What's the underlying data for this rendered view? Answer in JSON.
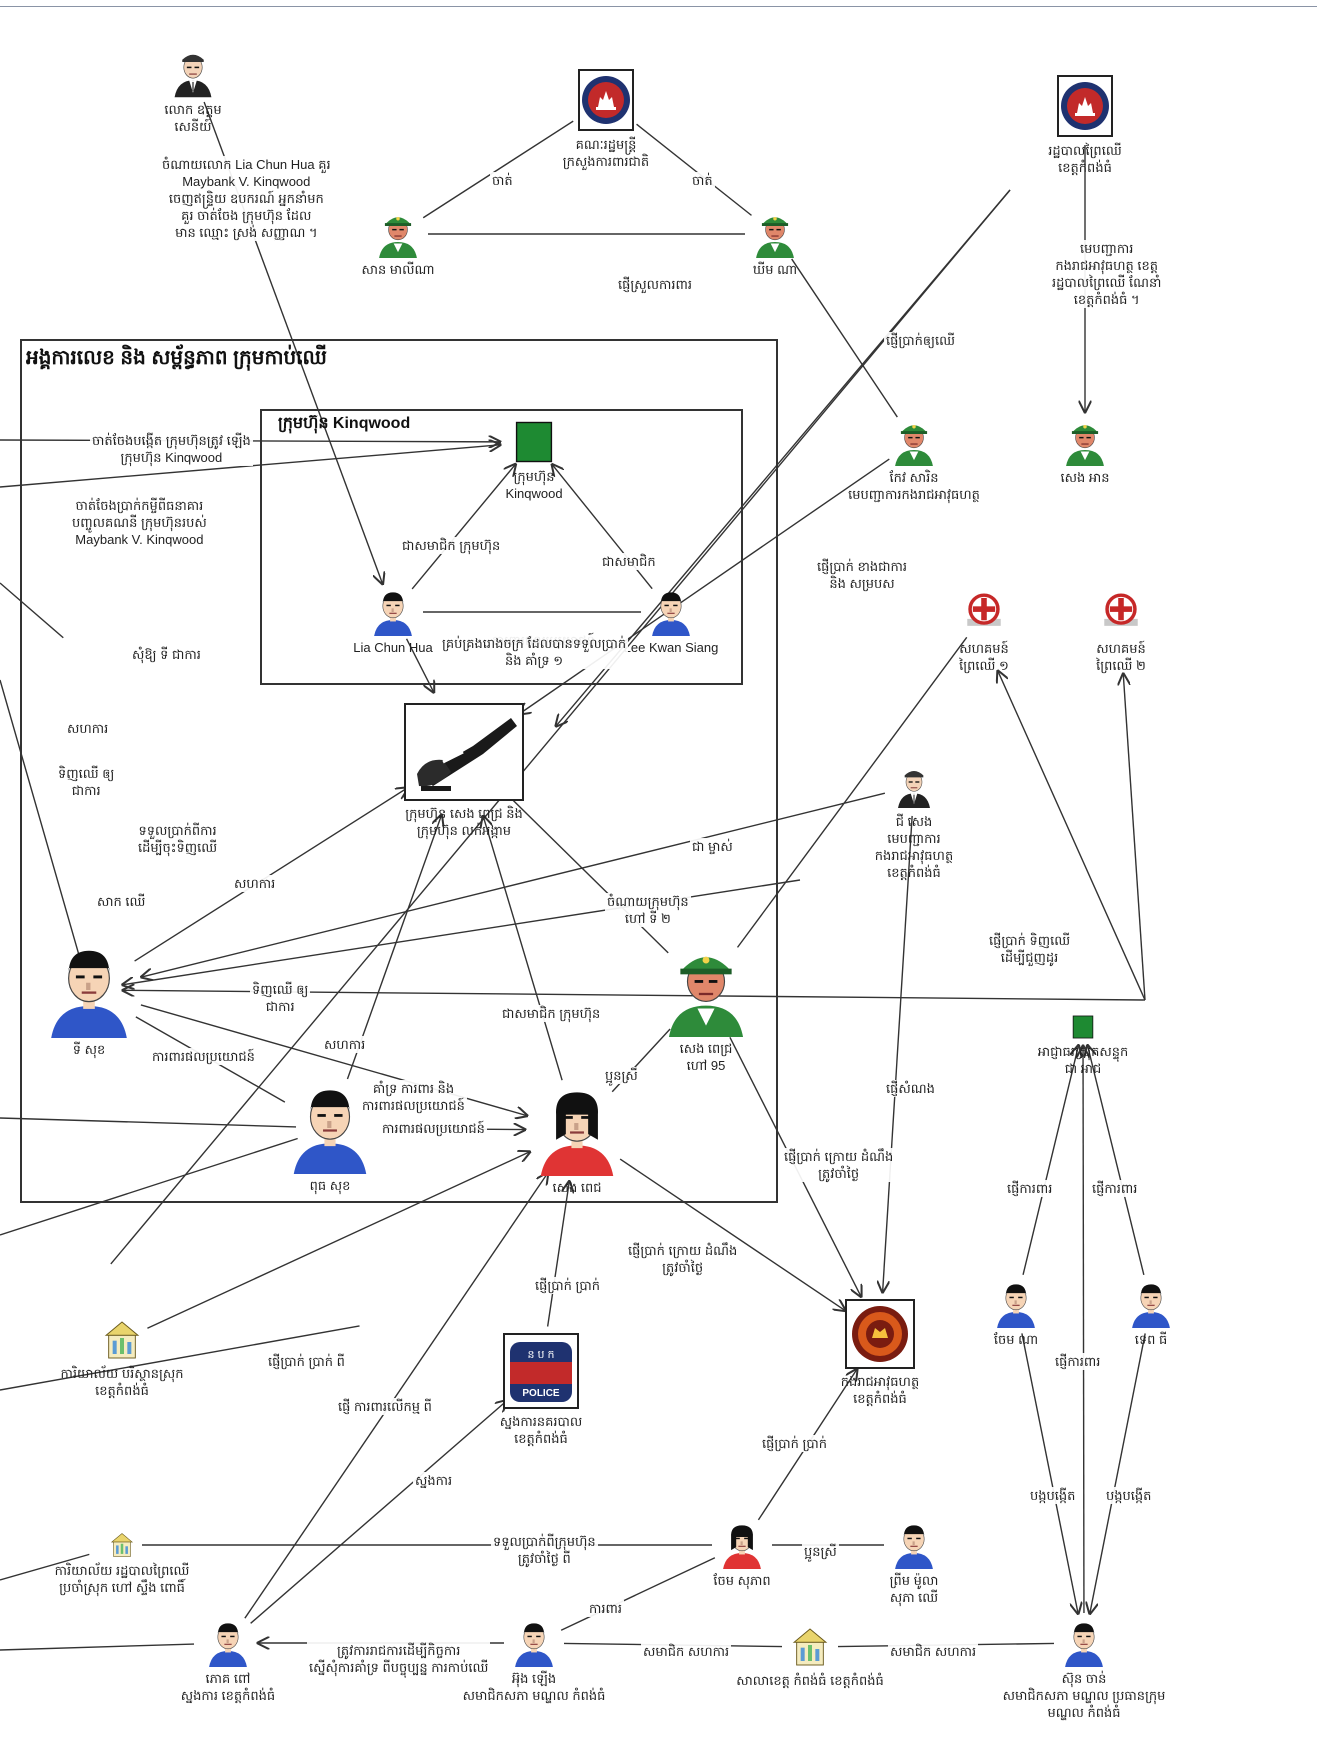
{
  "frames": {
    "main_title": "អង្គការលេខ និង សម្ព័ន្ធភាព ក្រុមកាប់ឈើ",
    "inner_title": "ក្រុមហ៊ុន Kinqwood"
  },
  "colors": {
    "person_blue": "#2f56c8",
    "person_red": "#e03434",
    "soldier_green": "#2e8b3a",
    "company_green": "#1e8a32",
    "emblem_navy": "#1f3270",
    "emblem_red": "#c22a2a",
    "line": "#333333"
  },
  "nodes": [
    {
      "id": "official_top",
      "icon": "official-icon",
      "caption": [
        "លោក ឧត្តម",
        "សេនីយ៍"
      ]
    },
    {
      "id": "ministry_emblem",
      "icon": "ministry-emblem-icon",
      "caption": [
        "គណៈរដ្ឋមន្ត្រី",
        "ក្រសួងការពារជាតិ"
      ]
    },
    {
      "id": "forest_emblem",
      "icon": "ministry-emblem-icon",
      "caption": [
        "រដ្ឋបាលព្រៃឈើ",
        "ខេត្តកំពង់ធំ"
      ]
    },
    {
      "id": "soldier_left",
      "icon": "soldier-icon",
      "caption": [
        "សាន មាលីណា"
      ]
    },
    {
      "id": "soldier_right",
      "icon": "soldier-icon",
      "caption": [
        "ឃីម ណា"
      ]
    },
    {
      "id": "forest_officer",
      "icon": "soldier-icon",
      "caption": [
        "សេង អាន"
      ]
    },
    {
      "id": "kinqwood_company",
      "icon": "company-icon",
      "caption": [
        "ក្រុមហ៊ុន",
        "Kinqwood"
      ]
    },
    {
      "id": "lia_chun_hua",
      "icon": "person-icon",
      "caption": [
        "Lia Chun Hua"
      ]
    },
    {
      "id": "lee_kwan_siang",
      "icon": "person-icon",
      "caption": [
        "Lee Kwan Siang"
      ]
    },
    {
      "id": "police_commander",
      "icon": "soldier-icon",
      "caption": [
        "កែវ សារិន",
        "មេបញ្ជាការកងរាជអាវុធហត្ថ"
      ]
    },
    {
      "id": "chainsaw",
      "icon": "chainsaw-icon",
      "caption": [
        "ក្រុមហ៊ុន សេង ពេជ្រ និង",
        "ក្រុមហ៊ុន លក់អង្កាម"
      ]
    },
    {
      "id": "red_cross_1",
      "icon": "red-cross-icon",
      "caption": [
        "សហគមន៍",
        "ព្រៃឈើ ១"
      ]
    },
    {
      "id": "red_cross_2",
      "icon": "red-cross-icon",
      "caption": [
        "សហគមន៍",
        "ព្រៃឈើ ២"
      ]
    },
    {
      "id": "police_officer",
      "icon": "official-icon",
      "caption": [
        "ជី សេង",
        "មេបញ្ជាការ",
        "កងរាជអាវុធហត្ថ",
        "ខេត្តកំពង់ធំ"
      ]
    },
    {
      "id": "ty_sok",
      "icon": "person-icon",
      "caption": [
        "ទី សុខ"
      ]
    },
    {
      "id": "general_95",
      "icon": "soldier-icon",
      "caption": [
        "សេង ពេជ្រ",
        "ហៅ 95"
      ]
    },
    {
      "id": "puth_sok",
      "icon": "person-icon",
      "caption": [
        "ពុធ សុខ"
      ]
    },
    {
      "id": "seng_woman",
      "icon": "person-icon",
      "caption": [
        "សេង ពេជ"
      ]
    },
    {
      "id": "district_office",
      "icon": "company-icon",
      "caption": [
        "អាជ្ញាធរស្រុកសន្ទុក",
        "ជា អាជ"
      ]
    },
    {
      "id": "sawmill_1",
      "icon": "building-icon",
      "caption": [
        "ការិយាល័យ បរិស្ថានស្រុក",
        "ខេត្តកំពង់ធំ"
      ]
    },
    {
      "id": "police_badge",
      "icon": "police-badge-icon",
      "caption": [
        "ស្នងការនគរបាល",
        "ខេត្តកំពង់ធំ"
      ],
      "badge": {
        "top": "ន ប ក",
        "bottom": "POLICE"
      }
    },
    {
      "id": "military_emblem",
      "icon": "military-emblem-icon",
      "caption": [
        "កងរាជអាវុធហត្ថ",
        "ខេត្តកំពង់ធំ"
      ]
    },
    {
      "id": "villager_1",
      "icon": "person-icon",
      "caption": [
        "ចែម ណា"
      ]
    },
    {
      "id": "villager_2",
      "icon": "person-icon",
      "caption": [
        "ទេព ធី"
      ]
    },
    {
      "id": "sawmill_2",
      "icon": "building-icon",
      "caption": [
        "ការិយាល័យ រដ្ឋបាលព្រៃឈើ",
        "ប្រចាំស្រុក ហៅ ស្ទឹង ពោធិ៍"
      ]
    },
    {
      "id": "seng_woman_2",
      "icon": "person-icon",
      "caption": [
        "ចែម សុភាព"
      ]
    },
    {
      "id": "sok_man",
      "icon": "person-icon",
      "caption": [
        "ព្រីម ម៉ូលា",
        "សុភា ឈើ"
      ]
    },
    {
      "id": "police_chief_low",
      "icon": "person-icon",
      "caption": [
        "ភោគ ពៅ",
        "ស្នងការ ខេត្តកំពង់ធំ"
      ]
    },
    {
      "id": "council_man",
      "icon": "person-icon",
      "caption": [
        "អ៊ុង ឡើង",
        "សមាជិកសភា មណ្ឌល កំពង់ធំ"
      ]
    },
    {
      "id": "provincial_hall",
      "icon": "building-icon",
      "caption": [
        "សាលាខេត្ត កំពង់ធំ ខេត្តកំពង់ធំ"
      ]
    },
    {
      "id": "senator",
      "icon": "person-icon",
      "caption": [
        "ស៊ុន ចាន់",
        "សមាជិកសភា មណ្ឌល ប្រធានក្រុម",
        "មណ្ឌល កំពង់ធំ"
      ]
    }
  ],
  "edge_labels": {
    "e_official_note": [
      "ចំណាយលោក Lia Chun Hua គួរ",
      "Maybank V. Kinqwood",
      "ចេញឥន្ទ្រិយ ឧបករណ៍ អ្នកនាំមក",
      "គួរ ចាត់ចែង ក្រុមហ៊ុន ដែល",
      "មាន ឈ្មោះ ស្រង់ សញ្ញាណ ។"
    ],
    "e_top_left": [
      "ចាត់"
    ],
    "e_top_right": [
      "ចាត់"
    ],
    "e_soldiers": [
      "ផ្ញើស្រួលការពារ"
    ],
    "e_forest_chain": [
      "មេបញ្ជាការ",
      "កងរាជអាវុធហត្ថ ខេត្ត",
      "រដ្ឋបាលព្រៃឈើ ណែនាំ",
      "ខេត្តកំពង់ធំ ។"
    ],
    "e_forest_cut": [
      "ផ្ញើប្រាក់ឲ្យឈើ"
    ],
    "e_kin_bank": [
      "ចាត់ចែងបង្កើត ក្រុមហ៊ុនត្រូវ ឡើង",
      "ក្រុមហ៊ុន Kinqwood"
    ],
    "e_kin_loan": [
      "ចាត់ចែងប្រាក់កម្ចីពីធនាគារ",
      "បញ្ចូលគណនី ក្រុមហ៊ុនរបស់",
      "Maybank V. Kinqwood"
    ],
    "e_lia_kin": [
      "ជាសមាជិក ក្រុមហ៊ុន"
    ],
    "e_lee_kin": [
      "ជាសមាជិក"
    ],
    "e_lia_lee": [
      "ការពារផលប្រយោជន៍"
    ],
    "e_chain_note": [
      "គ្រប់គ្រងរោងចក្រ ដែលបានទទួលប្រាក់",
      "និង គាំទ្រ ១"
    ],
    "e_left_a": [
      "សុំឱ្យ ទី ជាការ"
    ],
    "e_left_b": [
      "សហការ"
    ],
    "e_left_c": [
      "ទិញឈើ ឲ្យ",
      "ជាការ"
    ],
    "e_left_d": [
      "ទទួលប្រាក់ពីការ",
      "ដើម្បីចុះទិញឈើ"
    ],
    "e_left_e": [
      "សាក ឈើ"
    ],
    "e_left_f": [
      "សហការ"
    ],
    "e_cmdr_fee": [
      "ផ្ញើប្រាក់ ខាងជាការ",
      "និង សម្របស"
    ],
    "e_chain_sale": [
      "ចំណាយក្រុមហ៊ុន",
      "ហៅ ទី ២"
    ],
    "e_ty_buy": [
      "ជា ម្ចាស់"
    ],
    "e_middle_a": [
      "ទិញឈើ ឲ្យ",
      "ជាការ"
    ],
    "e_middle_b": [
      "ជាសមាជិក ក្រុមហ៊ុន"
    ],
    "e_middle_c": [
      "សហការ"
    ],
    "e_ty_sok": [
      "ការពារផលប្រយោជន៍"
    ],
    "e_hub_a": [
      "គាំទ្រ ការពារ និង",
      "ការពារផលប្រយោជន៍"
    ],
    "e_puth_seng": [
      "ការពារផលប្រយោជន៍"
    ],
    "e_gen_woman": [
      "ប្អូនស្រី"
    ],
    "e_right_a": [
      "ផ្ញើប្រាក់ ទិញឈើ",
      "ដើម្បីជួញដូរ"
    ],
    "e_police_mil": [
      "ផ្ញើសំណង"
    ],
    "e_mil_a": [
      "ផ្ញើប្រាក់ ក្រោយ ដំណឹង",
      "ត្រូវចាំថ្ងៃ"
    ],
    "e_mil_b": [
      "ផ្ញើប្រាក់ ក្រោយ ដំណឹង",
      "ត្រូវចាំថ្ងៃ"
    ],
    "e_police_pay": [
      "ផ្ញើប្រាក់ ប្រាក់"
    ],
    "e_dist_1": [
      "ផ្ញើការពារ"
    ],
    "e_dist_2": [
      "ផ្ញើការពារ"
    ],
    "e_dist_3": [
      "ផ្ញើការពារ"
    ],
    "e_low_a": [
      "ផ្ញើប្រាក់ ប្រាក់ ពី"
    ],
    "e_low_b": [
      "ផ្ញើ ការពារលើកម្ម ពី"
    ],
    "e_low_c": [
      "ស្នងការ"
    ],
    "e_low_d": [
      "ផ្ញើប្រាក់ ប្រាក់"
    ],
    "e_low_e": [
      "ទទួលប្រាក់ពីក្រុមហ៊ុន",
      "ត្រូវចាំថ្ងៃ ពី"
    ],
    "e_low_f": [
      "ប្អូនស្រី"
    ],
    "e_low_g": [
      "ការពារ"
    ],
    "e_low_h": [
      "ត្រូវការរាជការដើម្បីកិច្ចការ",
      "ស្នើសុំការគាំទ្រ ពីបច្ចុប្បន្ន ការកាប់ឈើ"
    ],
    "e_low_i": [
      "សមាជិក សហការ"
    ],
    "e_low_j": [
      "សមាជិក សហការ"
    ],
    "e_vil_1": [
      "បង្កបង្កើត"
    ],
    "e_vil_2": [
      "បង្កបង្កើត"
    ]
  }
}
